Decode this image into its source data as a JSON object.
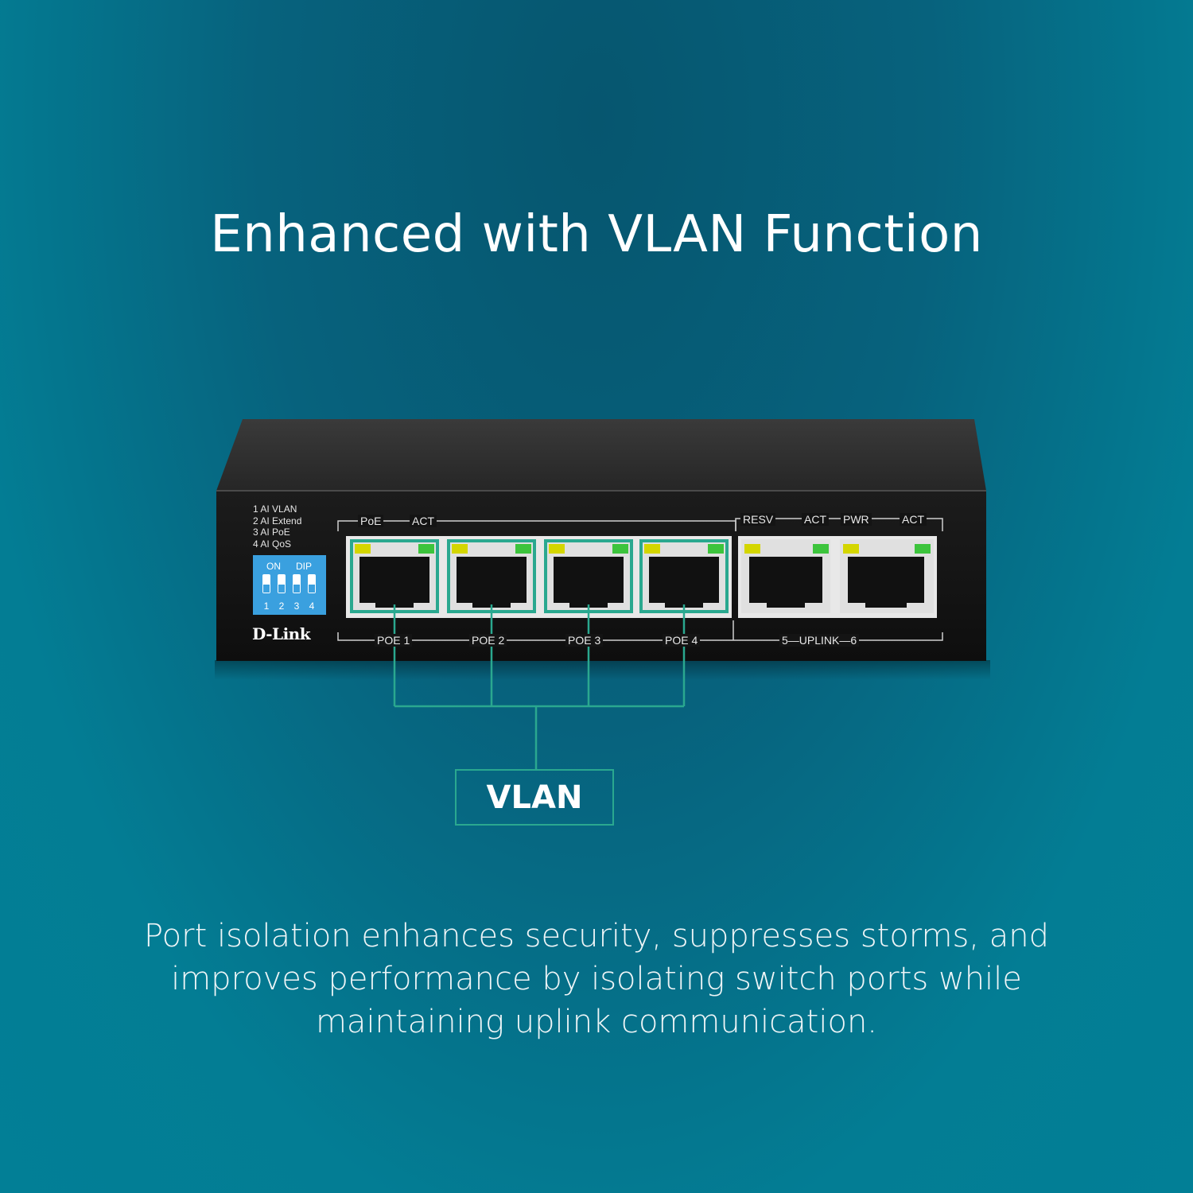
{
  "headline": "Enhanced with VLAN Function",
  "switch": {
    "brand": "D-Link",
    "dip_legend": [
      "1 AI VLAN",
      "2 AI Extend",
      "3 AI PoE",
      "4 AI QoS"
    ],
    "dip_top_left": "ON",
    "dip_top_right": "DIP",
    "dip_numbers": [
      "1",
      "2",
      "3",
      "4"
    ],
    "led_labels": {
      "poe": "PoE",
      "act_1": "ACT",
      "resv": "RESV",
      "act_2": "ACT",
      "pwr": "PWR",
      "act_3": "ACT"
    },
    "port_labels": [
      "POE 1",
      "POE 2",
      "POE 3",
      "POE 4"
    ],
    "uplink_label": "5—UPLINK—6",
    "colors": {
      "body": "#141414",
      "dip_switch": "#3aa0df",
      "led_yellow": "#d4d600",
      "led_green": "#3cc43c",
      "vlan_line": "#2aa88f"
    }
  },
  "vlan_label": "VLAN",
  "description": "Port isolation enhances security, suppresses storms, and improves performance by isolating switch ports while maintaining uplink communication."
}
